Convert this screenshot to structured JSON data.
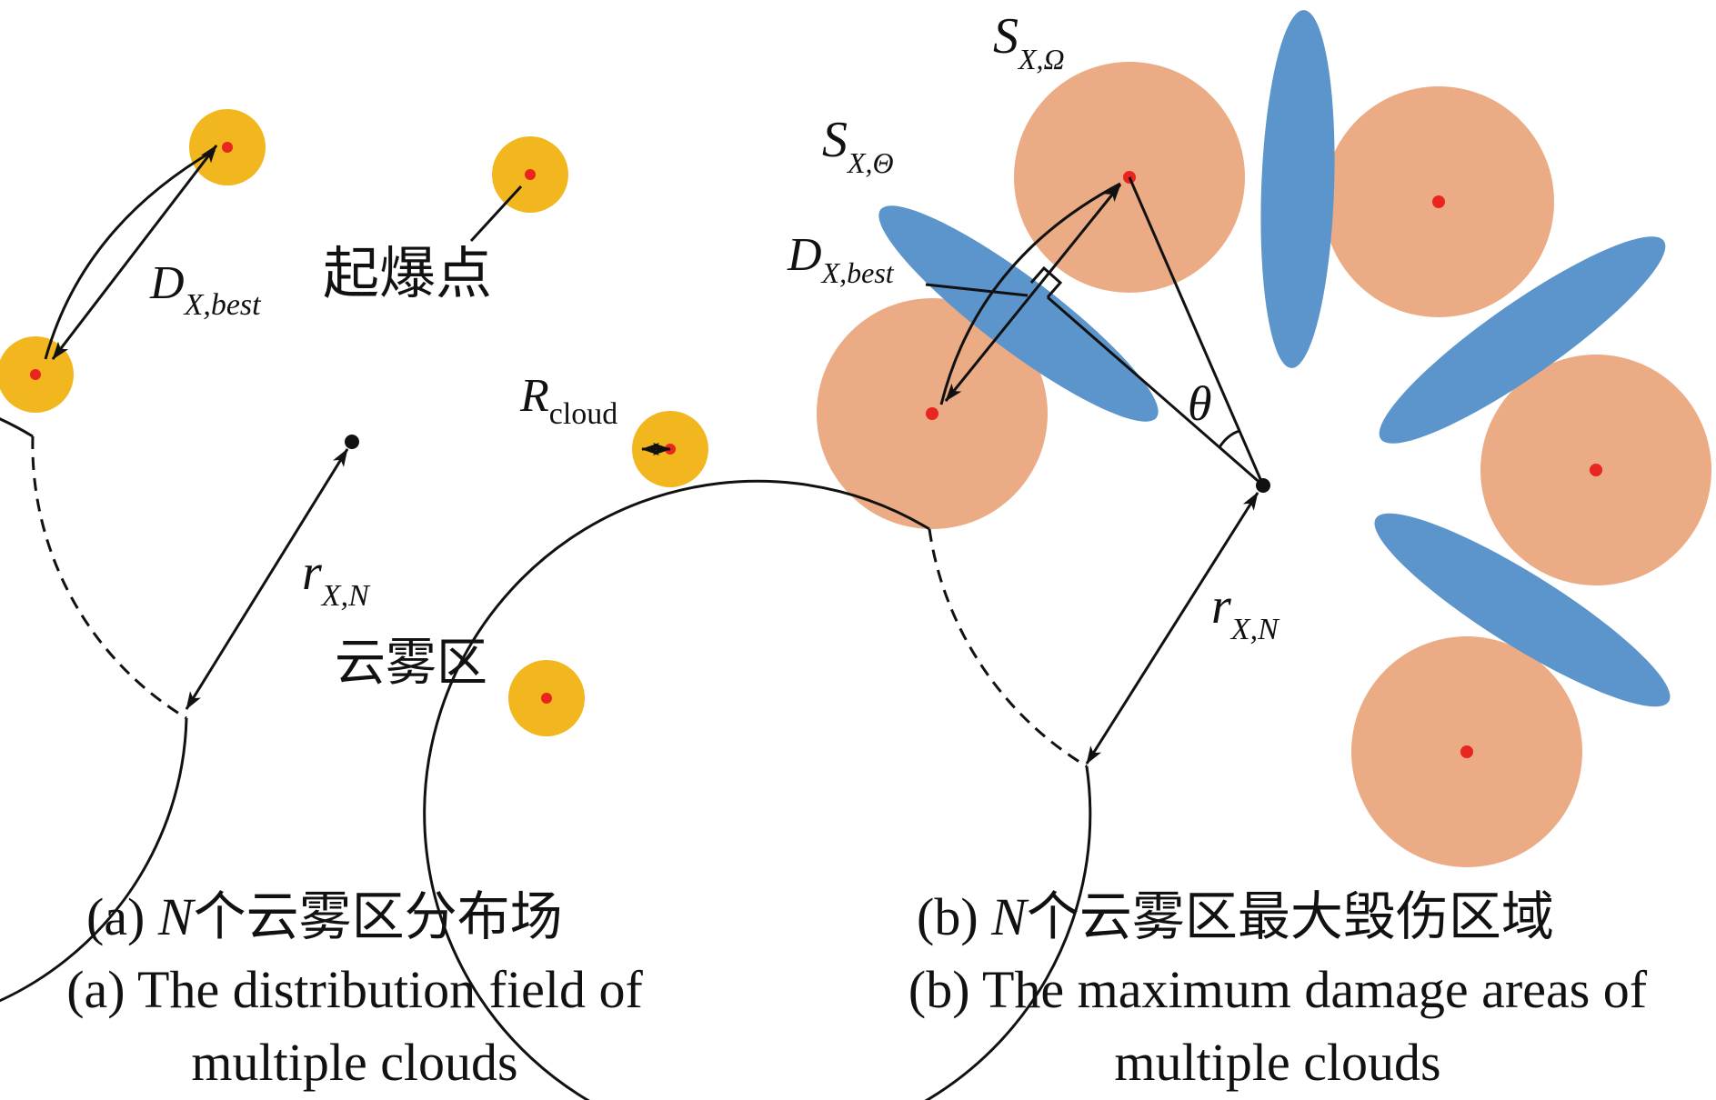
{
  "panel_a": {
    "label_distance_main": "D",
    "label_distance_sub": "X,best",
    "label_detonation": "起爆点",
    "label_radius_cloud_main": "R",
    "label_radius_cloud_sub": "cloud",
    "label_radius_main": "r",
    "label_radius_sub": "X,N",
    "label_cloud_zone": "云雾区",
    "caption_cn_prefix": "(a) ",
    "caption_cn_italic": "N",
    "caption_cn_rest": "个云雾区分布场",
    "caption_en_line1": "(a) The distribution field of",
    "caption_en_line2": "multiple clouds"
  },
  "panel_b": {
    "label_s_omega_main": "S",
    "label_s_omega_sub": "X,Ω",
    "label_s_theta_main": "S",
    "label_s_theta_sub": "X,Θ",
    "label_distance_main": "D",
    "label_distance_sub": "X,best",
    "label_theta": "θ",
    "label_radius_main": "r",
    "label_radius_sub": "X,N",
    "caption_cn_prefix": "(b) ",
    "caption_cn_italic": "N",
    "caption_cn_rest": "个云雾区最大毁伤区域",
    "caption_en_line1": "(b) The maximum damage areas of",
    "caption_en_line2": "multiple clouds"
  },
  "colors": {
    "cloud_yellow": "#F2B71E",
    "damage_orange": "#EBAB85",
    "ellipse_blue": "#5B95CB",
    "point_red": "#E8251F",
    "line": "#111111"
  }
}
